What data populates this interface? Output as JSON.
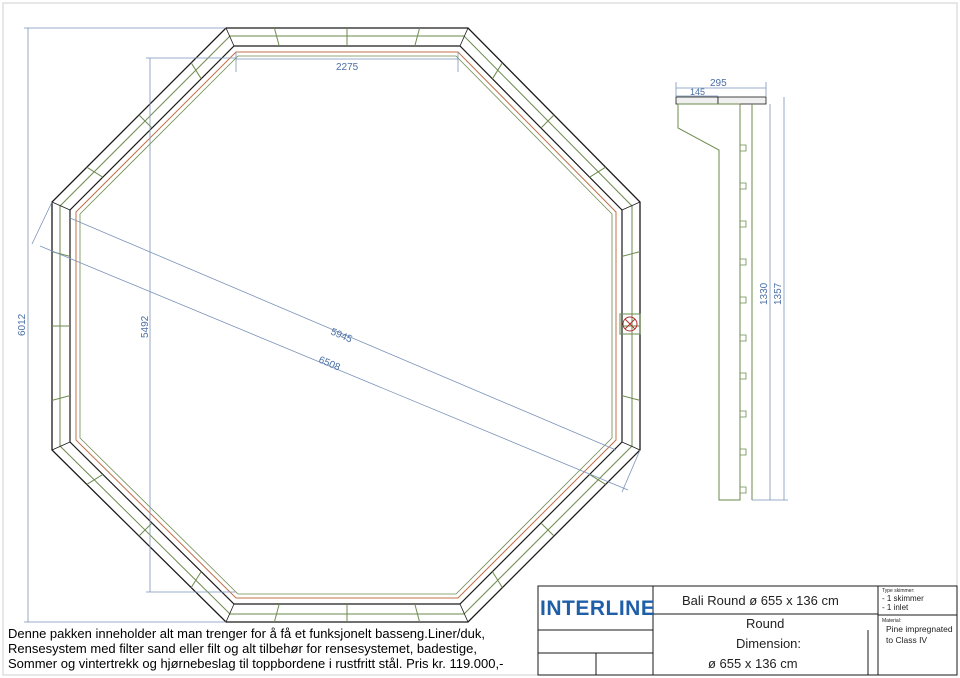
{
  "dimensions": {
    "top_width": "2275",
    "inner_height": "5492",
    "outer_height": "6012",
    "inner_diagonal": "5945",
    "outer_diagonal": "6508",
    "profile_width": "295",
    "profile_half": "145",
    "profile_inner_height": "1330",
    "profile_outer_height": "1357"
  },
  "title_block": {
    "logo": "INTERLINE",
    "product": "Bali Round ø 655 x 136 cm",
    "shape": "Round",
    "dimension_label": "Dimension:",
    "dimension_value": "ø  655 x 136 cm",
    "skimmer_heading": "Type skimmer:",
    "skimmer_line1": "- 1 skimmer",
    "skimmer_line2": "- 1 inlet",
    "material_heading": "Material:",
    "material_line1": "Pine impregnated",
    "material_line2": "to Class IV"
  },
  "note": {
    "line1": "Denne pakken inneholder alt man trenger for å få et funksjonelt basseng.Liner/duk,",
    "line2": "Rensesystem med filter sand eller filt og alt tilbehør for rensesystemet, badestige,",
    "line3": "Sommer og vintertrekk og hjørnebeslag til toppbordene i rustfritt stål. Pris kr. 119.000,-"
  },
  "colors": {
    "outline": "#1a1a1a",
    "wall": "#6e8a4e",
    "inner_board": "#c0704a",
    "dimension": "#4a6fa5"
  }
}
